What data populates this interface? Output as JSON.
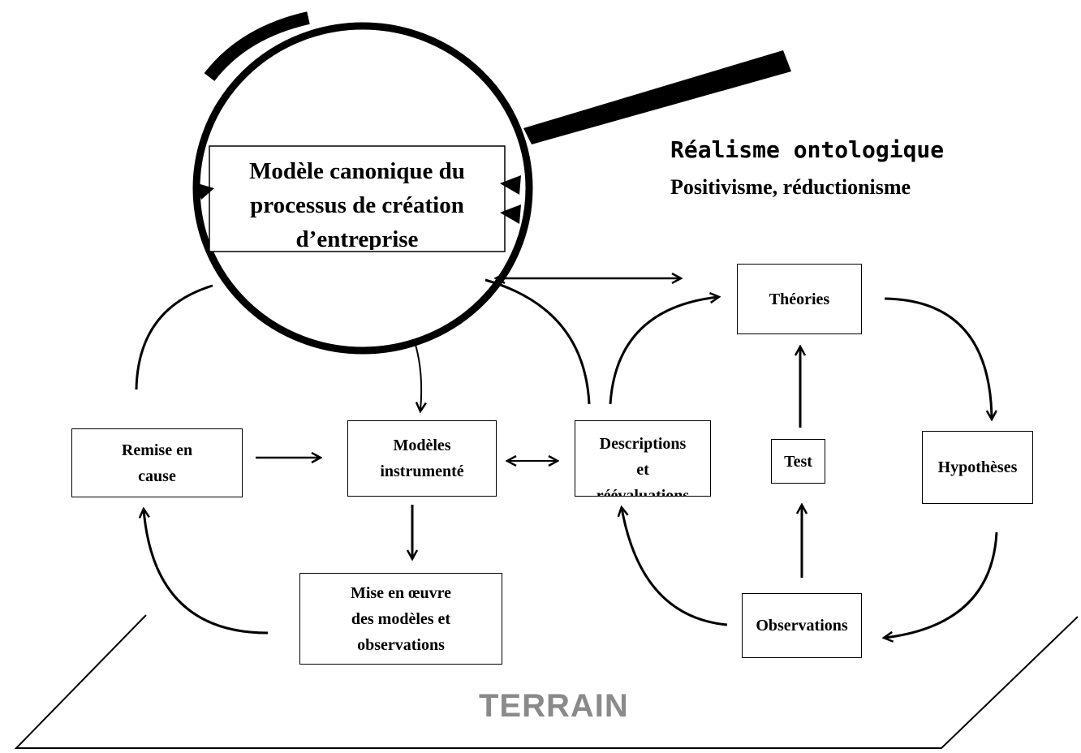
{
  "colors": {
    "line": "#000000",
    "terrain_text": "#8a8a8a",
    "background": "#ffffff"
  },
  "heading": {
    "title": "Réalisme ontologique",
    "subtitle": "Positivisme, réductionisme"
  },
  "magnifier": {
    "label": "Modèle canonique du\nprocessus de création\nd’entreprise"
  },
  "boxes": {
    "theories": "Théories",
    "hypotheses": "Hypothèses",
    "test": "Test",
    "observations": "Observations",
    "descriptions": "Descriptions\net\nréévaluations",
    "modeles": "Modèles\ninstrumenté",
    "remise": "Remise en\ncause",
    "mise_en_oeuvre": "Mise en œuvre\ndes modèles et\nobservations"
  },
  "ground": {
    "label": "TERRAIN"
  }
}
